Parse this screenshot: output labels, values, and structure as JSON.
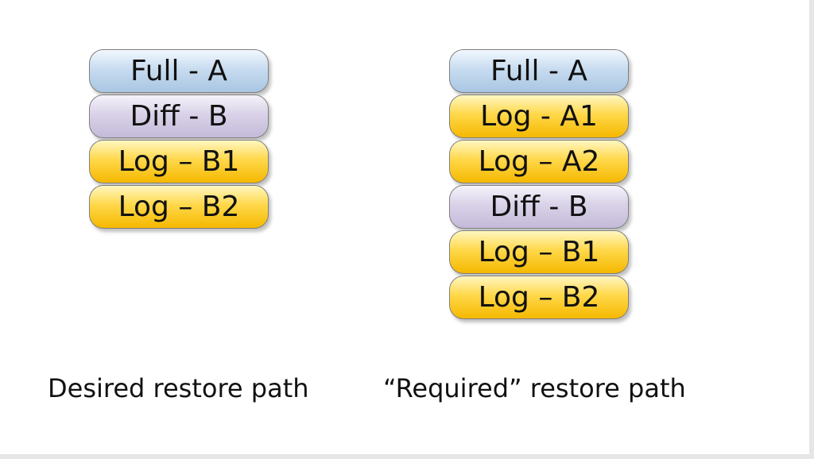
{
  "left_path": {
    "blocks": [
      {
        "label": "Full - A",
        "kind": "full"
      },
      {
        "label": "Diff - B",
        "kind": "diff"
      },
      {
        "label": "Log – B1",
        "kind": "log"
      },
      {
        "label": "Log – B2",
        "kind": "log"
      }
    ],
    "caption": "Desired restore path"
  },
  "right_path": {
    "blocks": [
      {
        "label": "Full - A",
        "kind": "full"
      },
      {
        "label": "Log - A1",
        "kind": "log"
      },
      {
        "label": "Log – A2",
        "kind": "log"
      },
      {
        "label": "Diff - B",
        "kind": "diff"
      },
      {
        "label": "Log – B1",
        "kind": "log"
      },
      {
        "label": "Log – B2",
        "kind": "log"
      }
    ],
    "caption": "“Required” restore path"
  },
  "colors": {
    "full": "#b9d3ec",
    "diff": "#d2cae3",
    "log": "#ffcc1a",
    "border": "#7f7f7f"
  }
}
